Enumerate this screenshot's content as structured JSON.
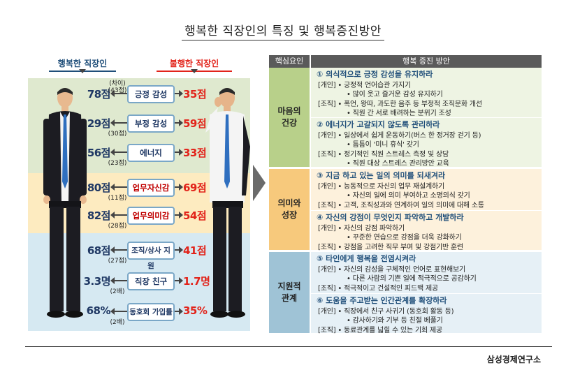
{
  "title": "행복한 직장인의 특징 및 행복증진방안",
  "left": {
    "happy_label": "행복한 직장인",
    "unhappy_label": "불행한 직장인",
    "rows": [
      {
        "happy": "78점",
        "diff": "(차이) (43점)",
        "label": "긍정 감성",
        "unhappy": "35점"
      },
      {
        "happy": "29점",
        "diff": "(30점)",
        "label": "부정 감성",
        "unhappy": "59점"
      },
      {
        "happy": "56점",
        "diff": "(23점)",
        "label": "에너지",
        "unhappy": "33점"
      },
      {
        "happy": "80점",
        "diff": "(11점)",
        "label": "업무자신감",
        "unhappy": "69점"
      },
      {
        "happy": "82점",
        "diff": "(28점)",
        "label": "업무의미감",
        "unhappy": "54점"
      },
      {
        "happy": "68점",
        "diff": "(27점)",
        "label": "조직/상사 지원",
        "unhappy": "41점"
      },
      {
        "happy": "3.3명",
        "diff": "(2배)",
        "label": "직장 친구",
        "unhappy": "1.7명"
      },
      {
        "happy": "68%",
        "diff": "(2배)",
        "label": "동호회 가입률",
        "unhappy": "35%"
      }
    ]
  },
  "table": {
    "header_core": "핵심요인",
    "header_plan": "행복 증진 방안",
    "cores": [
      "마음의\n건강",
      "의미와\n성장",
      "지원적\n관계"
    ],
    "sections": [
      {
        "title": "① 의식적으로 긍정 감성을 유지하라",
        "lines": [
          "[개인] • 긍정적 언어습관 가지기",
          "• 많이 웃고 즐거운 감성 유지하기",
          "[조직] • 폭언, 왕따, 과도한 음주 등 부정적 조직문화 개선",
          "• 직원 간 서로 배려하는 분위기 조성"
        ]
      },
      {
        "title": "② 에너지가 고갈되지 않도록 관리하라",
        "lines": [
          "[개인] • 일상에서 쉽게 운동하기(버스 한 정거장 걷기 등)",
          "• 틈틈이 '미니 휴식' 갖기",
          "[조직] • 정기적인 직원 스트레스 측정 및 상담",
          "• 직원 대상 스트레스 관리방안 교육"
        ]
      },
      {
        "title": "③ 지금 하고 있는 일의 의미를 되새겨라",
        "lines": [
          "[개인] • 능동적으로 자신의 업무 재설계하기",
          "• 자신의 일에 의미 부여하고 소명의식 갖기",
          "[조직] • 고객, 조직성과와 연계하여 일의 의미에 대해 소통"
        ]
      },
      {
        "title": "④ 자신의 강점이 무엇인지 파악하고 개발하라",
        "lines": [
          "[개인] • 자신의 강점 파악하기",
          "• 꾸준한 연습으로 강점을 더욱 강화하기",
          "[조직] • 강점을 고려한 직무 부여 및 강점기반 훈련"
        ]
      },
      {
        "title": "⑤ 타인에게 행복을 전염시켜라",
        "lines": [
          "[개인] • 자신의 감성을 구체적인 언어로 표현해보기",
          "• 다른 사람의 기쁜 일에 적극적으로 공감하기",
          "[조직] • 적극적이고 건설적인 피드백 제공"
        ]
      },
      {
        "title": "⑥ 도움을 주고받는 인간관계를 확장하라",
        "lines": [
          "[개인] • 직장에서 친구 사귀기 (동호회 활동 등)",
          "• 감사하기와 기부 등 친절 베풀기",
          "[조직] • 동료관계를 넓힐 수 있는 기회 제공"
        ]
      }
    ]
  },
  "source": "삼성경제연구소"
}
